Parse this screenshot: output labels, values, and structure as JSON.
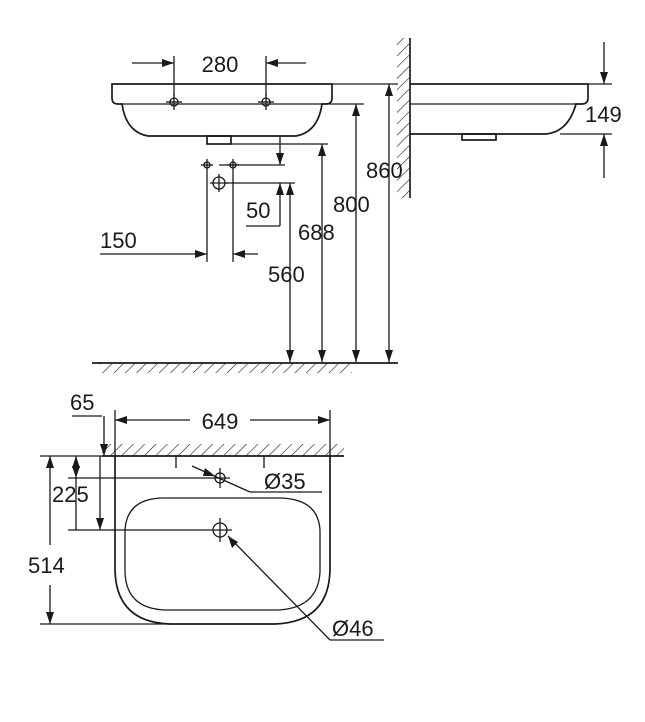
{
  "drawing": {
    "top_view": {
      "tap_hole_spacing": "280",
      "waste_offset": "50",
      "supply_offset": "150",
      "outlet_height": "560",
      "trap_height": "688",
      "rim_height_front": "800",
      "rim_height_total": "860"
    },
    "side_view": {
      "basin_depth": "149"
    },
    "plan_view": {
      "wall_offset": "65",
      "overall_width": "649",
      "tap_hole_diameter": "Ø35",
      "tap_hole_depth": "225",
      "overall_projection": "514",
      "waste_diameter": "Ø46"
    }
  },
  "colors": {
    "ink": "#1a1a1a",
    "background": "#ffffff"
  }
}
